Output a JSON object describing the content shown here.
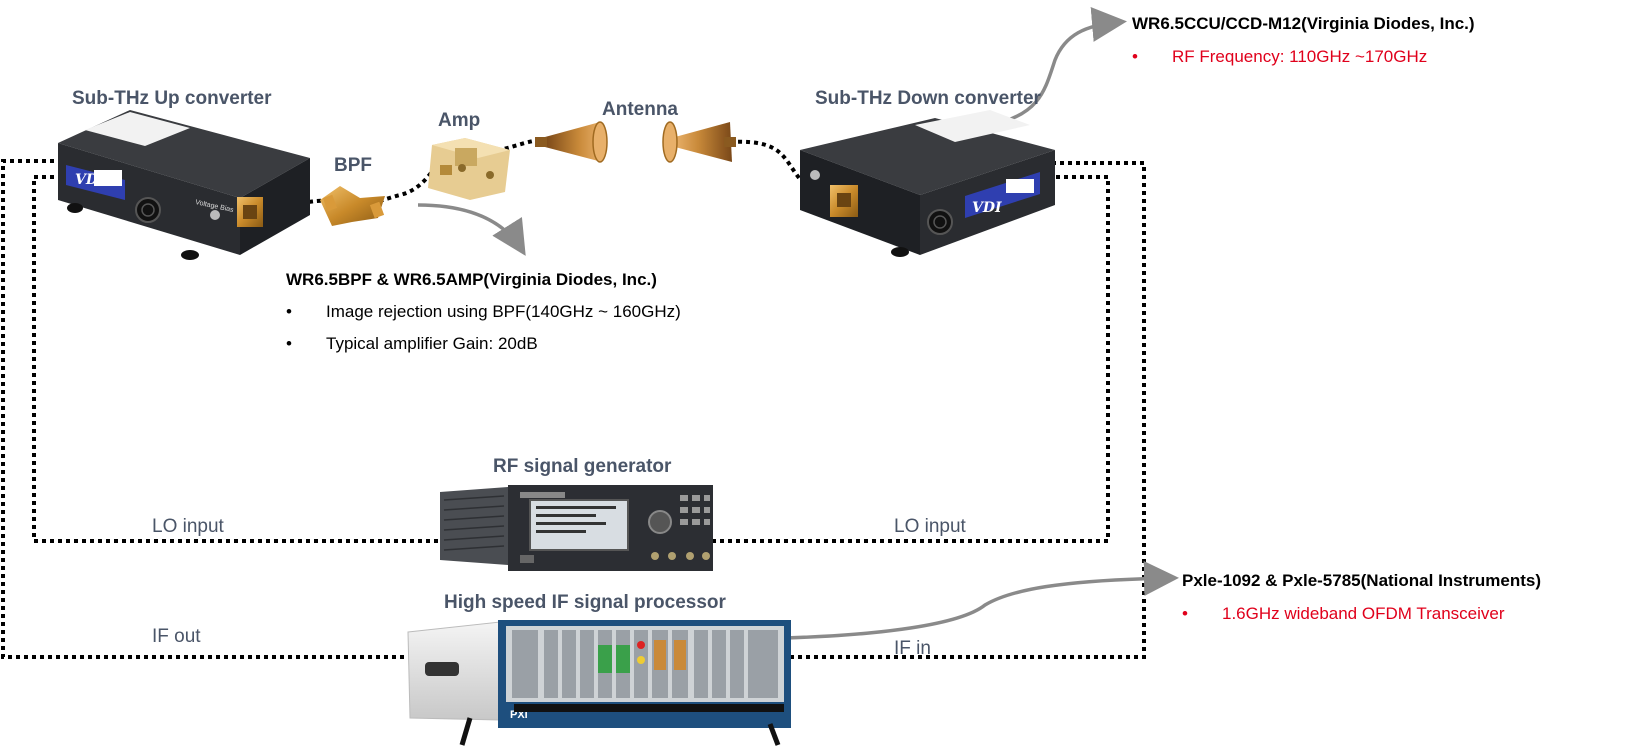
{
  "colors": {
    "label": "#4a5568",
    "note": "#000000",
    "highlight": "#e0001b",
    "cable": "#000000",
    "arrow": "#8a8a8a"
  },
  "labels": {
    "up_converter": "Sub-THz Up converter",
    "bpf": "BPF",
    "amp": "Amp",
    "antenna": "Antenna",
    "down_converter": "Sub-THz Down converter",
    "rf_generator": "RF signal generator",
    "if_processor": "High speed IF signal processor",
    "lo_input_left": "LO input",
    "lo_input_right": "LO input",
    "if_out": "IF out",
    "if_in": "IF in"
  },
  "notes": {
    "ccu": {
      "title": "WR6.5CCU/CCD-M12(Virginia Diodes, Inc.)",
      "items": [
        "RF Frequency: 110GHz ~170GHz"
      ],
      "bullet": "•"
    },
    "bpf_amp": {
      "title": "WR6.5BPF & WR6.5AMP(Virginia Diodes, Inc.)",
      "items": [
        "Image rejection using BPF(140GHz ~ 160GHz)",
        "Typical amplifier Gain: 20dB"
      ],
      "bullet": "•"
    },
    "pxie": {
      "title": "Pxle-1092 & Pxle-5785(National Instruments)",
      "items": [
        "1.6GHz wideband OFDM Transceiver"
      ],
      "bullet": "•"
    }
  },
  "device_text": {
    "vdi_logo": "VDI",
    "voltage_bias": "Voltage Bias",
    "pxi": "PXI"
  },
  "icons": [
    "up-converter-box",
    "band-pass-filter",
    "amplifier-block",
    "horn-antenna",
    "down-converter-box",
    "signal-generator",
    "pxi-chassis"
  ]
}
